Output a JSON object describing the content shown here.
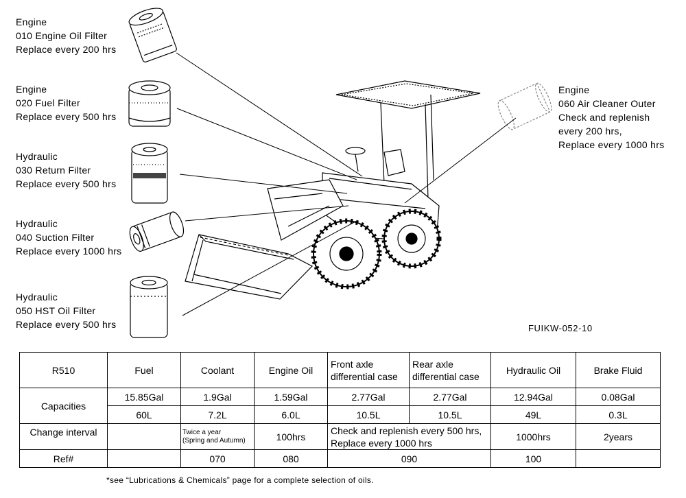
{
  "callouts": [
    {
      "l1": "Engine",
      "l2": "010 Engine Oil Filter",
      "l3": "Replace every 200 hrs"
    },
    {
      "l1": "Engine",
      "l2": "020 Fuel Filter",
      "l3": "Replace every 500 hrs"
    },
    {
      "l1": "Hydraulic",
      "l2": "030 Return Filter",
      "l3": "Replace every 500 hrs"
    },
    {
      "l1": "Hydraulic",
      "l2": "040 Suction Filter",
      "l3": "Replace every 1000 hrs"
    },
    {
      "l1": "Hydraulic",
      "l2": "050 HST Oil Filter",
      "l3": "Replace every 500 hrs"
    },
    {
      "l1": "Engine",
      "l2": "060 Air Cleaner Outer",
      "l3": "Check and replenish",
      "l4": "every 200 hrs,",
      "l5": "Replace every 1000 hrs"
    }
  ],
  "figure_code": "FUIKW-052-10",
  "table": {
    "model": "R510",
    "headers": {
      "fuel": "Fuel",
      "coolant": "Coolant",
      "engine_oil": "Engine Oil",
      "front_axle_1": "Front axle",
      "front_axle_2": "differential case",
      "rear_axle_1": "Rear axle",
      "rear_axle_2": "differential case",
      "hydraulic_oil": "Hydraulic Oil",
      "brake_fluid": "Brake Fluid"
    },
    "capacities_label": "Capacities",
    "gal": {
      "fuel": "15.85Gal",
      "coolant": "1.9Gal",
      "engine_oil": "1.59Gal",
      "front_axle": "2.77Gal",
      "rear_axle": "2.77Gal",
      "hydraulic_oil": "12.94Gal",
      "brake_fluid": "0.08Gal"
    },
    "liters": {
      "fuel": "60L",
      "coolant": "7.2L",
      "engine_oil": "6.0L",
      "front_axle": "10.5L",
      "rear_axle": "10.5L",
      "hydraulic_oil": "49L",
      "brake_fluid": "0.3L"
    },
    "change_label": "Change interval",
    "change": {
      "coolant_1": "Twice a year",
      "coolant_2": "(Spring and Autumn)",
      "engine_oil": "100hrs",
      "axles_1": "Check and replenish every 500 hrs,",
      "axles_2": "Replace every 1000 hrs",
      "hydraulic_oil": "1000hrs",
      "brake_fluid": "2years"
    },
    "ref_label": "Ref#",
    "ref": {
      "coolant": "070",
      "engine_oil": "080",
      "axles": "090",
      "hydraulic_oil": "100"
    }
  },
  "footnote": "*see “Lubrications & Chemicals” page for a complete selection of oils."
}
